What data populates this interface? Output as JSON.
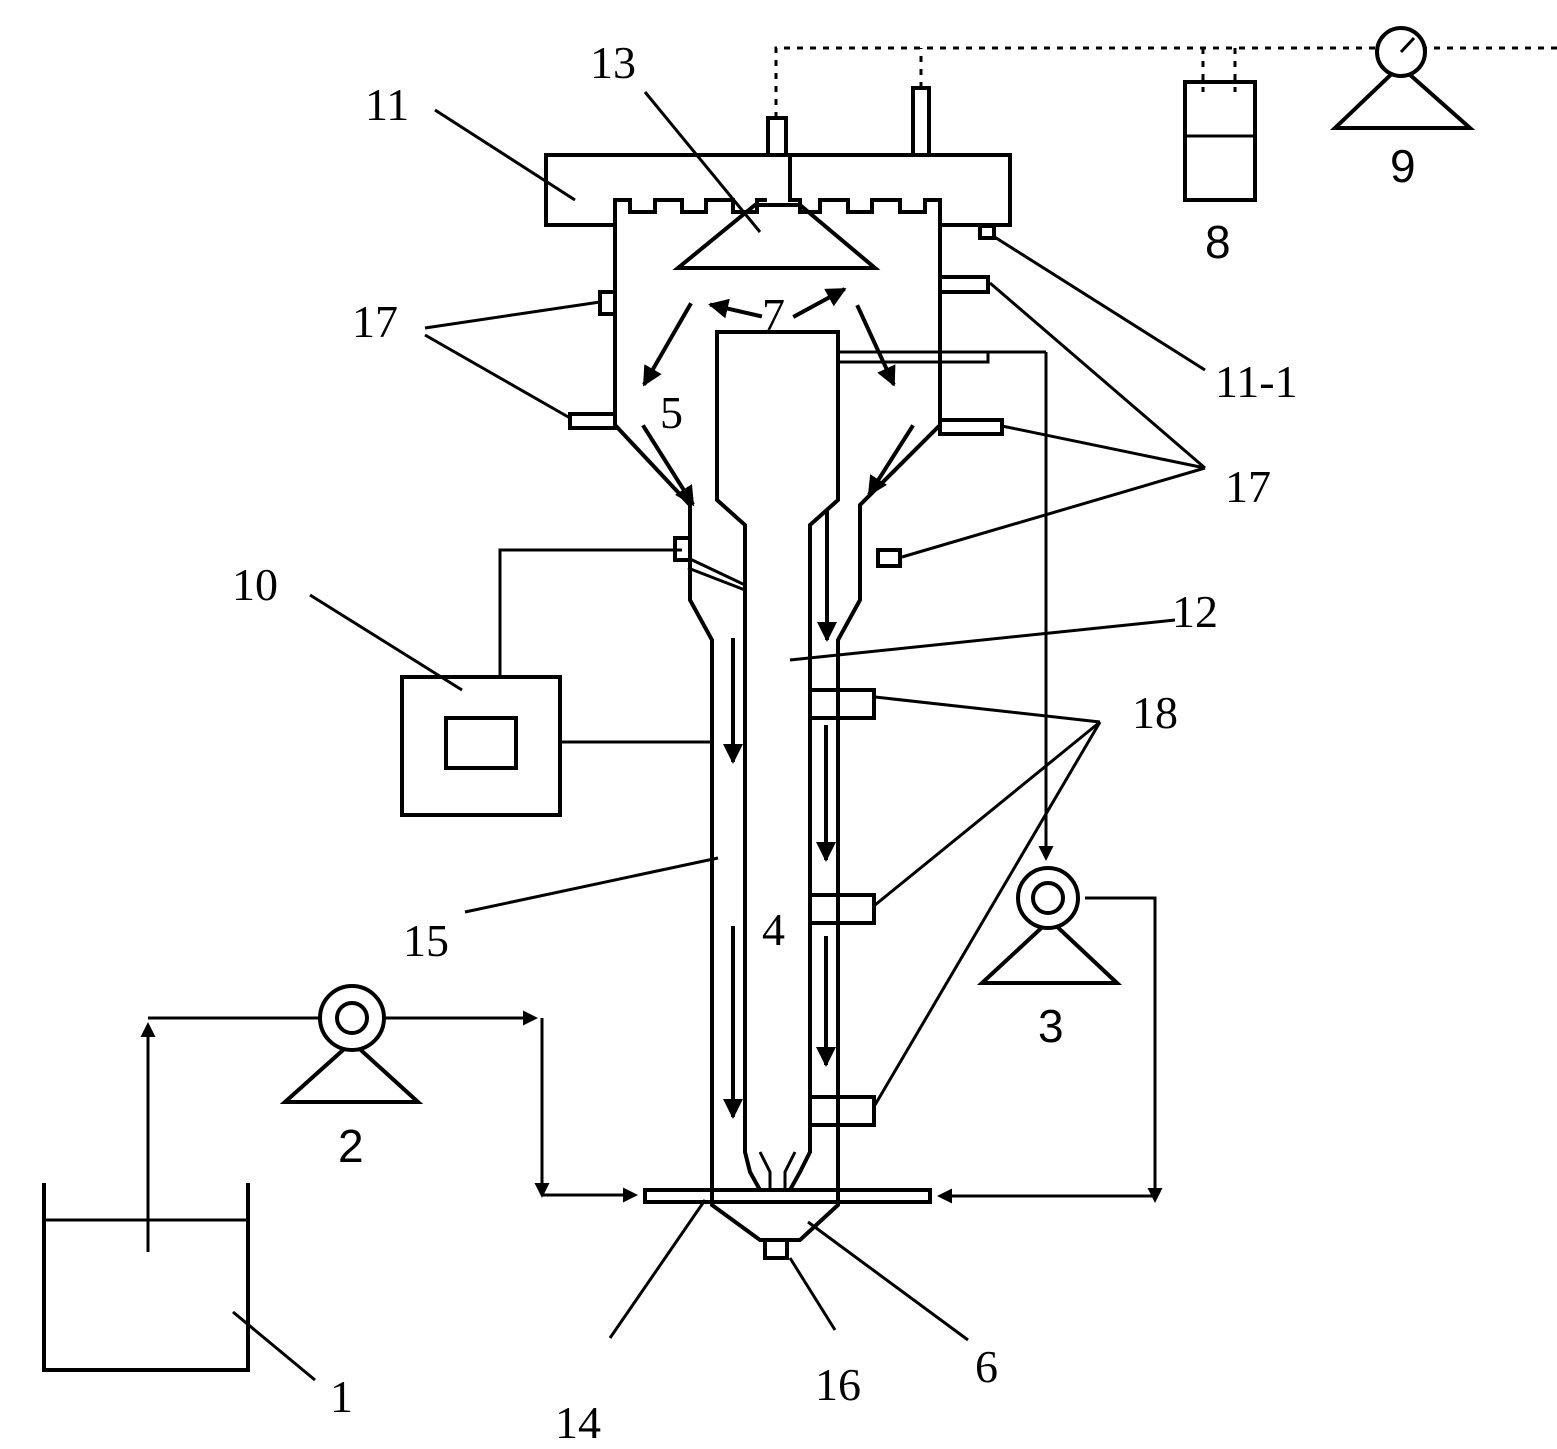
{
  "labels": {
    "tank": "1",
    "feed_pump": "2",
    "recycle_pump": "3",
    "reaction_zone": "4",
    "settling_zone": "5",
    "bottom_zone": "6",
    "flow_marker": "7",
    "gas_meter": "8",
    "gas_pump": "9",
    "controller": "10",
    "gas_collector": "11",
    "collector_port": "11-1",
    "center_tube": "12",
    "deflector": "13",
    "distributor": "14",
    "jacket": "15",
    "drain": "16",
    "sample_ports": "17",
    "sample_ports_right": "17",
    "sludge_ports": "18"
  }
}
